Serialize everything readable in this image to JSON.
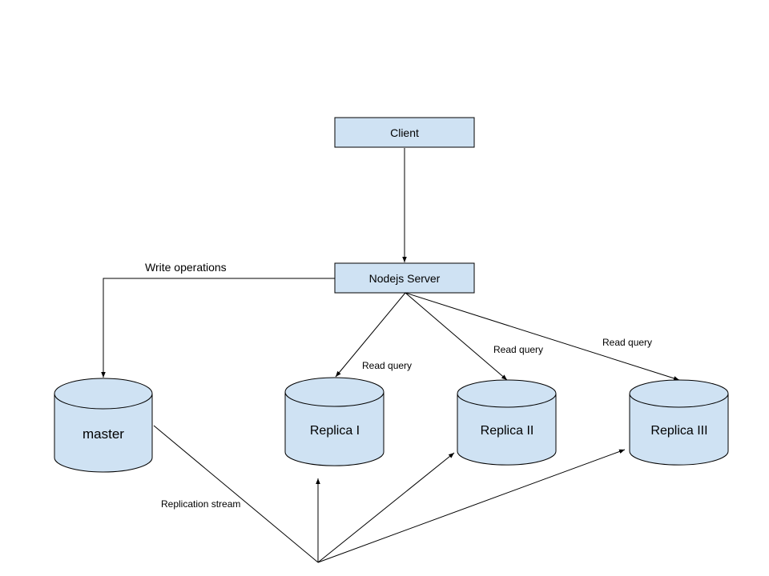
{
  "nodes": {
    "client": {
      "label": "Client"
    },
    "server": {
      "label": "Nodejs Server"
    },
    "master": {
      "label": "master"
    },
    "replica1": {
      "label": "Replica I"
    },
    "replica2": {
      "label": "Replica II"
    },
    "replica3": {
      "label": "Replica III"
    }
  },
  "edges": {
    "write": {
      "label": "Write operations"
    },
    "read1": {
      "label": "Read query"
    },
    "read2": {
      "label": "Read query"
    },
    "read3": {
      "label": "Read query"
    },
    "replication": {
      "label": "Replication stream"
    }
  },
  "colors": {
    "node_fill": "#cfe2f3",
    "stroke": "#000000"
  }
}
